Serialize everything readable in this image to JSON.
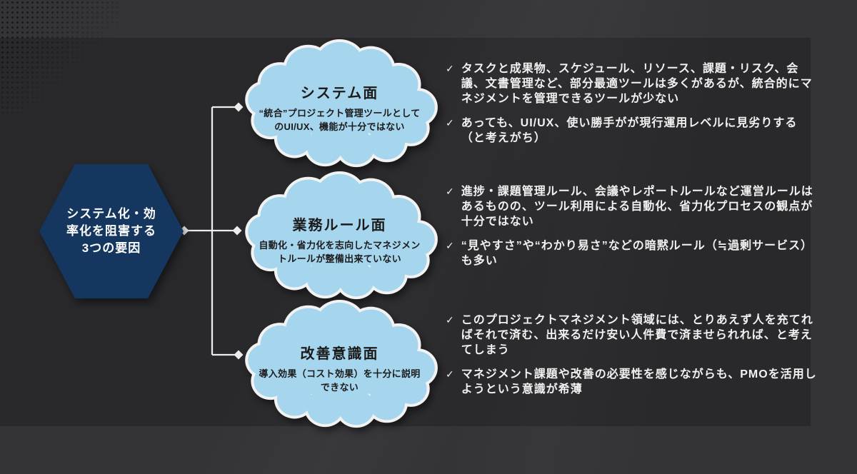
{
  "colors": {
    "background": "#343438",
    "panel": "#29292C",
    "hexagon_fill": "#15365F",
    "hexagon_text": "#FFFFFF",
    "cloud_fill": "#A6D5EE",
    "cloud_outline": "#F2F2F2",
    "cloud_text": "#1B1B1B",
    "connector": "#EDEDED",
    "bullet_text": "#F2F2F2"
  },
  "icons": {
    "check": "✓"
  },
  "hexagon": {
    "label": "システム化・効\n率化を阻害する\n3つの要因"
  },
  "clouds": [
    {
      "title": "システム面",
      "desc": "“統合”プロジェクト管理ツールとしてのUI/UX、機能が十分ではない"
    },
    {
      "title": "業務ルール面",
      "desc": "自動化・省力化を志向したマネジメントルールが整備出来ていない"
    },
    {
      "title": "改善意識面",
      "desc": "導入効果（コスト効果）を十分に説明できない"
    }
  ],
  "bullets": [
    {
      "items": [
        "タスクと成果物、スケジュール、リソース、課題・リスク、会議、文書管理など、部分最適ツールは多くがあるが、統合的にマネジメントを管理できるツールが少ない",
        "あっても、UI/UX、使い勝手がが現行運用レベルに見劣りする（と考えがち）"
      ]
    },
    {
      "items": [
        "進捗・課題管理ルール、会議やレポートルールなど運営ルールはあるものの、ツール利用による自動化、省力化プロセスの観点が十分ではない",
        "“見やすさ”や“わかり易さ”などの暗黙ルール（≒過剰サービス）も多い"
      ]
    },
    {
      "items": [
        "このプロジェクトマネジメント領域には、とりあえず人を充てればそれで済む、出来るだけ安い人件費で済ませられれば、と考えてしまう",
        "マネジメント課題や改善の必要性を感じながらも、PMOを活用しようという意識が希薄"
      ]
    }
  ]
}
